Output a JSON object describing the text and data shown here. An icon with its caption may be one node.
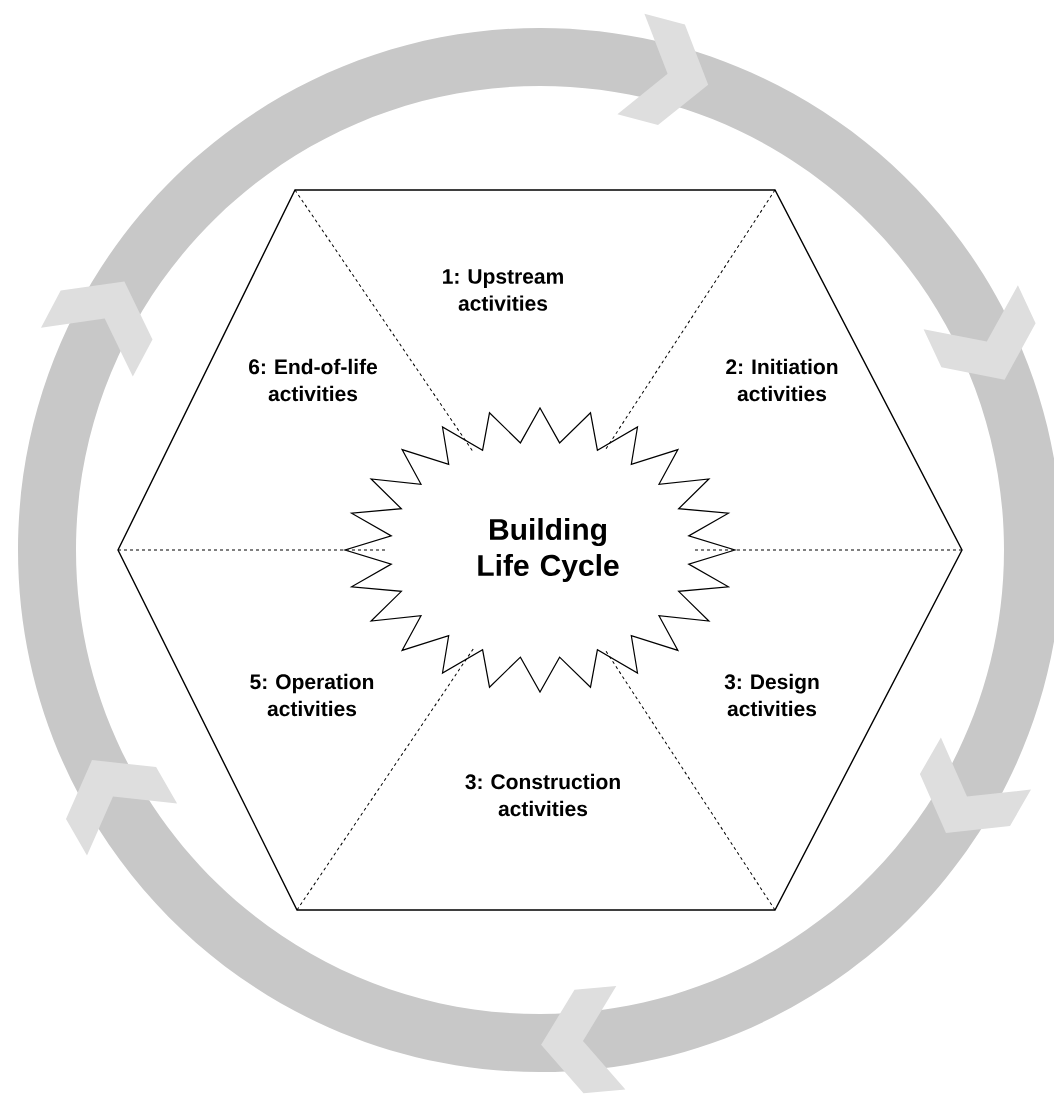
{
  "diagram": {
    "nodes": [
      {
        "text": [
          "1: Upstream activities"
        ]
      },
      {
        "text": [
          "2: Initiation activities"
        ]
      },
      {
        "text": [
          "3: Design activities"
        ]
      },
      {
        "text": [
          "3: Construction activities"
        ]
      },
      {
        "text": [
          "5: Operation activities"
        ]
      },
      {
        "text": [
          "6: End-of-life activities"
        ]
      },
      {
        "text": [
          "Building Life Cycle"
        ]
      }
    ]
  }
}
